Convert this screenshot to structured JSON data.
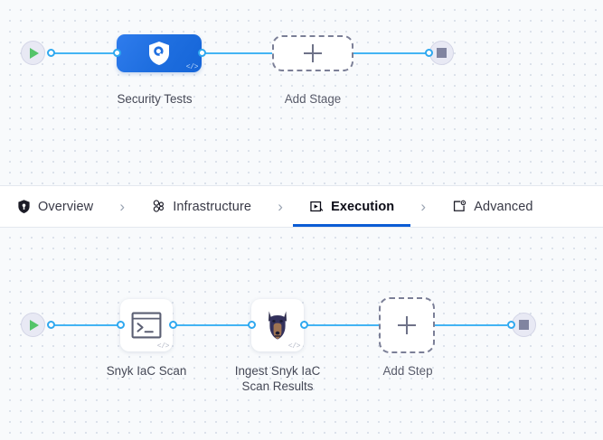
{
  "theme": {
    "canvas_bg": "#f8fafc",
    "grid_dot": "#d3dae5",
    "wire": "#43b4f4",
    "port_stroke": "#2fa8ef",
    "stage_node_blue": "#1f6fe0",
    "active_tab_underline": "#0b5cd5",
    "start_play_green": "#54c46a",
    "end_stop_gray": "#8084a0",
    "dashed_border": "#7b7f97",
    "label_text": "#454856"
  },
  "tabs": {
    "items": [
      {
        "id": "overview",
        "label": "Overview",
        "icon": "shield-icon",
        "active": false
      },
      {
        "id": "infrastructure",
        "label": "Infrastructure",
        "icon": "nodes-cluster-icon",
        "active": false
      },
      {
        "id": "execution",
        "label": "Execution",
        "icon": "play-box-icon",
        "active": true
      },
      {
        "id": "advanced",
        "label": "Advanced",
        "icon": "card-gear-icon",
        "active": false
      }
    ],
    "separator": "›"
  },
  "stage_pipeline": {
    "start": {
      "name": "pipeline-start",
      "icon": "play-icon"
    },
    "end": {
      "name": "pipeline-end",
      "icon": "stop-icon"
    },
    "nodes": [
      {
        "id": "security-tests",
        "label": "Security Tests",
        "type": "stage",
        "icon": "shield-scan-icon",
        "badge": "</>"
      },
      {
        "id": "add-stage",
        "label": "Add Stage",
        "type": "add",
        "icon": "plus-icon"
      }
    ]
  },
  "step_pipeline": {
    "start": {
      "name": "steps-start",
      "icon": "play-icon"
    },
    "end": {
      "name": "steps-end",
      "icon": "stop-icon"
    },
    "nodes": [
      {
        "id": "snyk-iac-scan",
        "label": "Snyk IaC Scan",
        "type": "step",
        "icon": "terminal-icon",
        "badge": "</>"
      },
      {
        "id": "ingest-snyk-iac-scan-results",
        "label_line1": "Ingest Snyk IaC",
        "label_line2": "Scan Results",
        "type": "step",
        "icon": "snyk-doberman-icon",
        "badge": "</>"
      },
      {
        "id": "add-step",
        "label": "Add Step",
        "type": "add",
        "icon": "plus-icon"
      }
    ]
  }
}
